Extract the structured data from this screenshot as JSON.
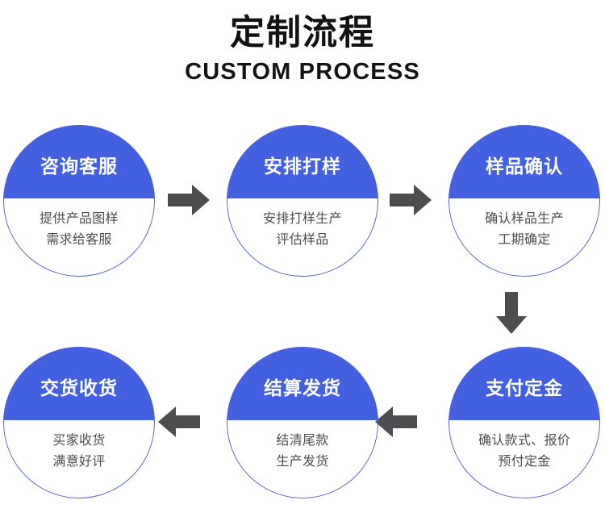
{
  "header": {
    "title_cn": "定制流程",
    "title_en": "CUSTOM PROCESS"
  },
  "colors": {
    "brand_blue": "#4260e0",
    "ring_blue": "#4d63cf",
    "arrow_gray": "#4d4d4f",
    "title_black": "#121212",
    "body_gray": "#4c4c4c"
  },
  "steps": [
    {
      "id": "step-1",
      "title": "咨询客服",
      "lines": [
        "提供产品图样",
        "需求给客服"
      ]
    },
    {
      "id": "step-2",
      "title": "安排打样",
      "lines": [
        "安排打样生产",
        "评估样品"
      ]
    },
    {
      "id": "step-3",
      "title": "样品确认",
      "lines": [
        "确认样品生产",
        "工期确定"
      ]
    },
    {
      "id": "step-4",
      "title": "支付定金",
      "lines": [
        "确认款式、报价",
        "预付定金"
      ]
    },
    {
      "id": "step-5",
      "title": "结算发货",
      "lines": [
        "结清尾款",
        "生产发货"
      ]
    },
    {
      "id": "step-6",
      "title": "交货收货",
      "lines": [
        "买家收货",
        "满意好评"
      ]
    }
  ],
  "arrows": [
    {
      "id": "arrow-1",
      "direction": "right",
      "from": "step-1",
      "to": "step-2"
    },
    {
      "id": "arrow-2",
      "direction": "right",
      "from": "step-2",
      "to": "step-3"
    },
    {
      "id": "arrow-3",
      "direction": "down",
      "from": "step-3",
      "to": "step-4"
    },
    {
      "id": "arrow-4",
      "direction": "left",
      "from": "step-4",
      "to": "step-5"
    },
    {
      "id": "arrow-5",
      "direction": "left",
      "from": "step-5",
      "to": "step-6"
    }
  ]
}
